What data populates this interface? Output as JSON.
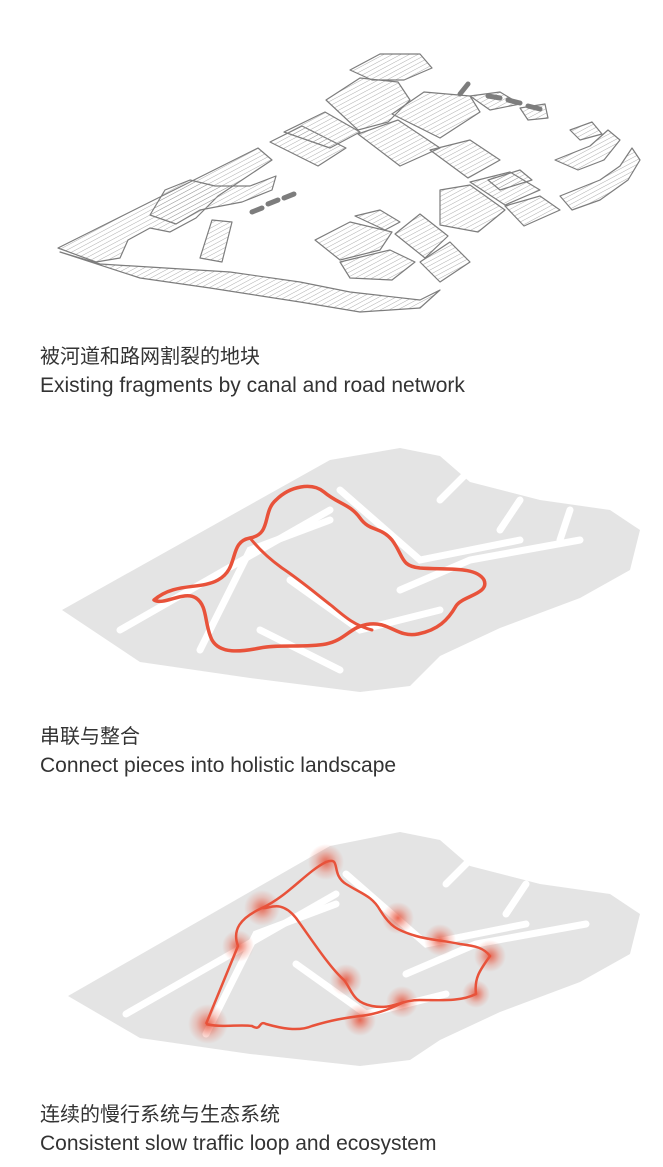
{
  "panels": [
    {
      "caption_cn": "被河道和路网割裂的地块",
      "caption_en": "Existing fragments by canal and road network"
    },
    {
      "caption_cn": "串联与整合",
      "caption_en": "Connect pieces into holistic landscape"
    },
    {
      "caption_cn": "连续的慢行系统与生态系统",
      "caption_en": "Consistent slow traffic loop and ecosystem"
    }
  ],
  "colors": {
    "hatch_stroke": "#8a8a8a",
    "block_fill_light": "#e4e4e4",
    "loop_red": "#e8523a",
    "text": "#333333"
  },
  "icons": [
    "site-map-hatched",
    "site-map-gray",
    "red-loop",
    "glow-node"
  ]
}
